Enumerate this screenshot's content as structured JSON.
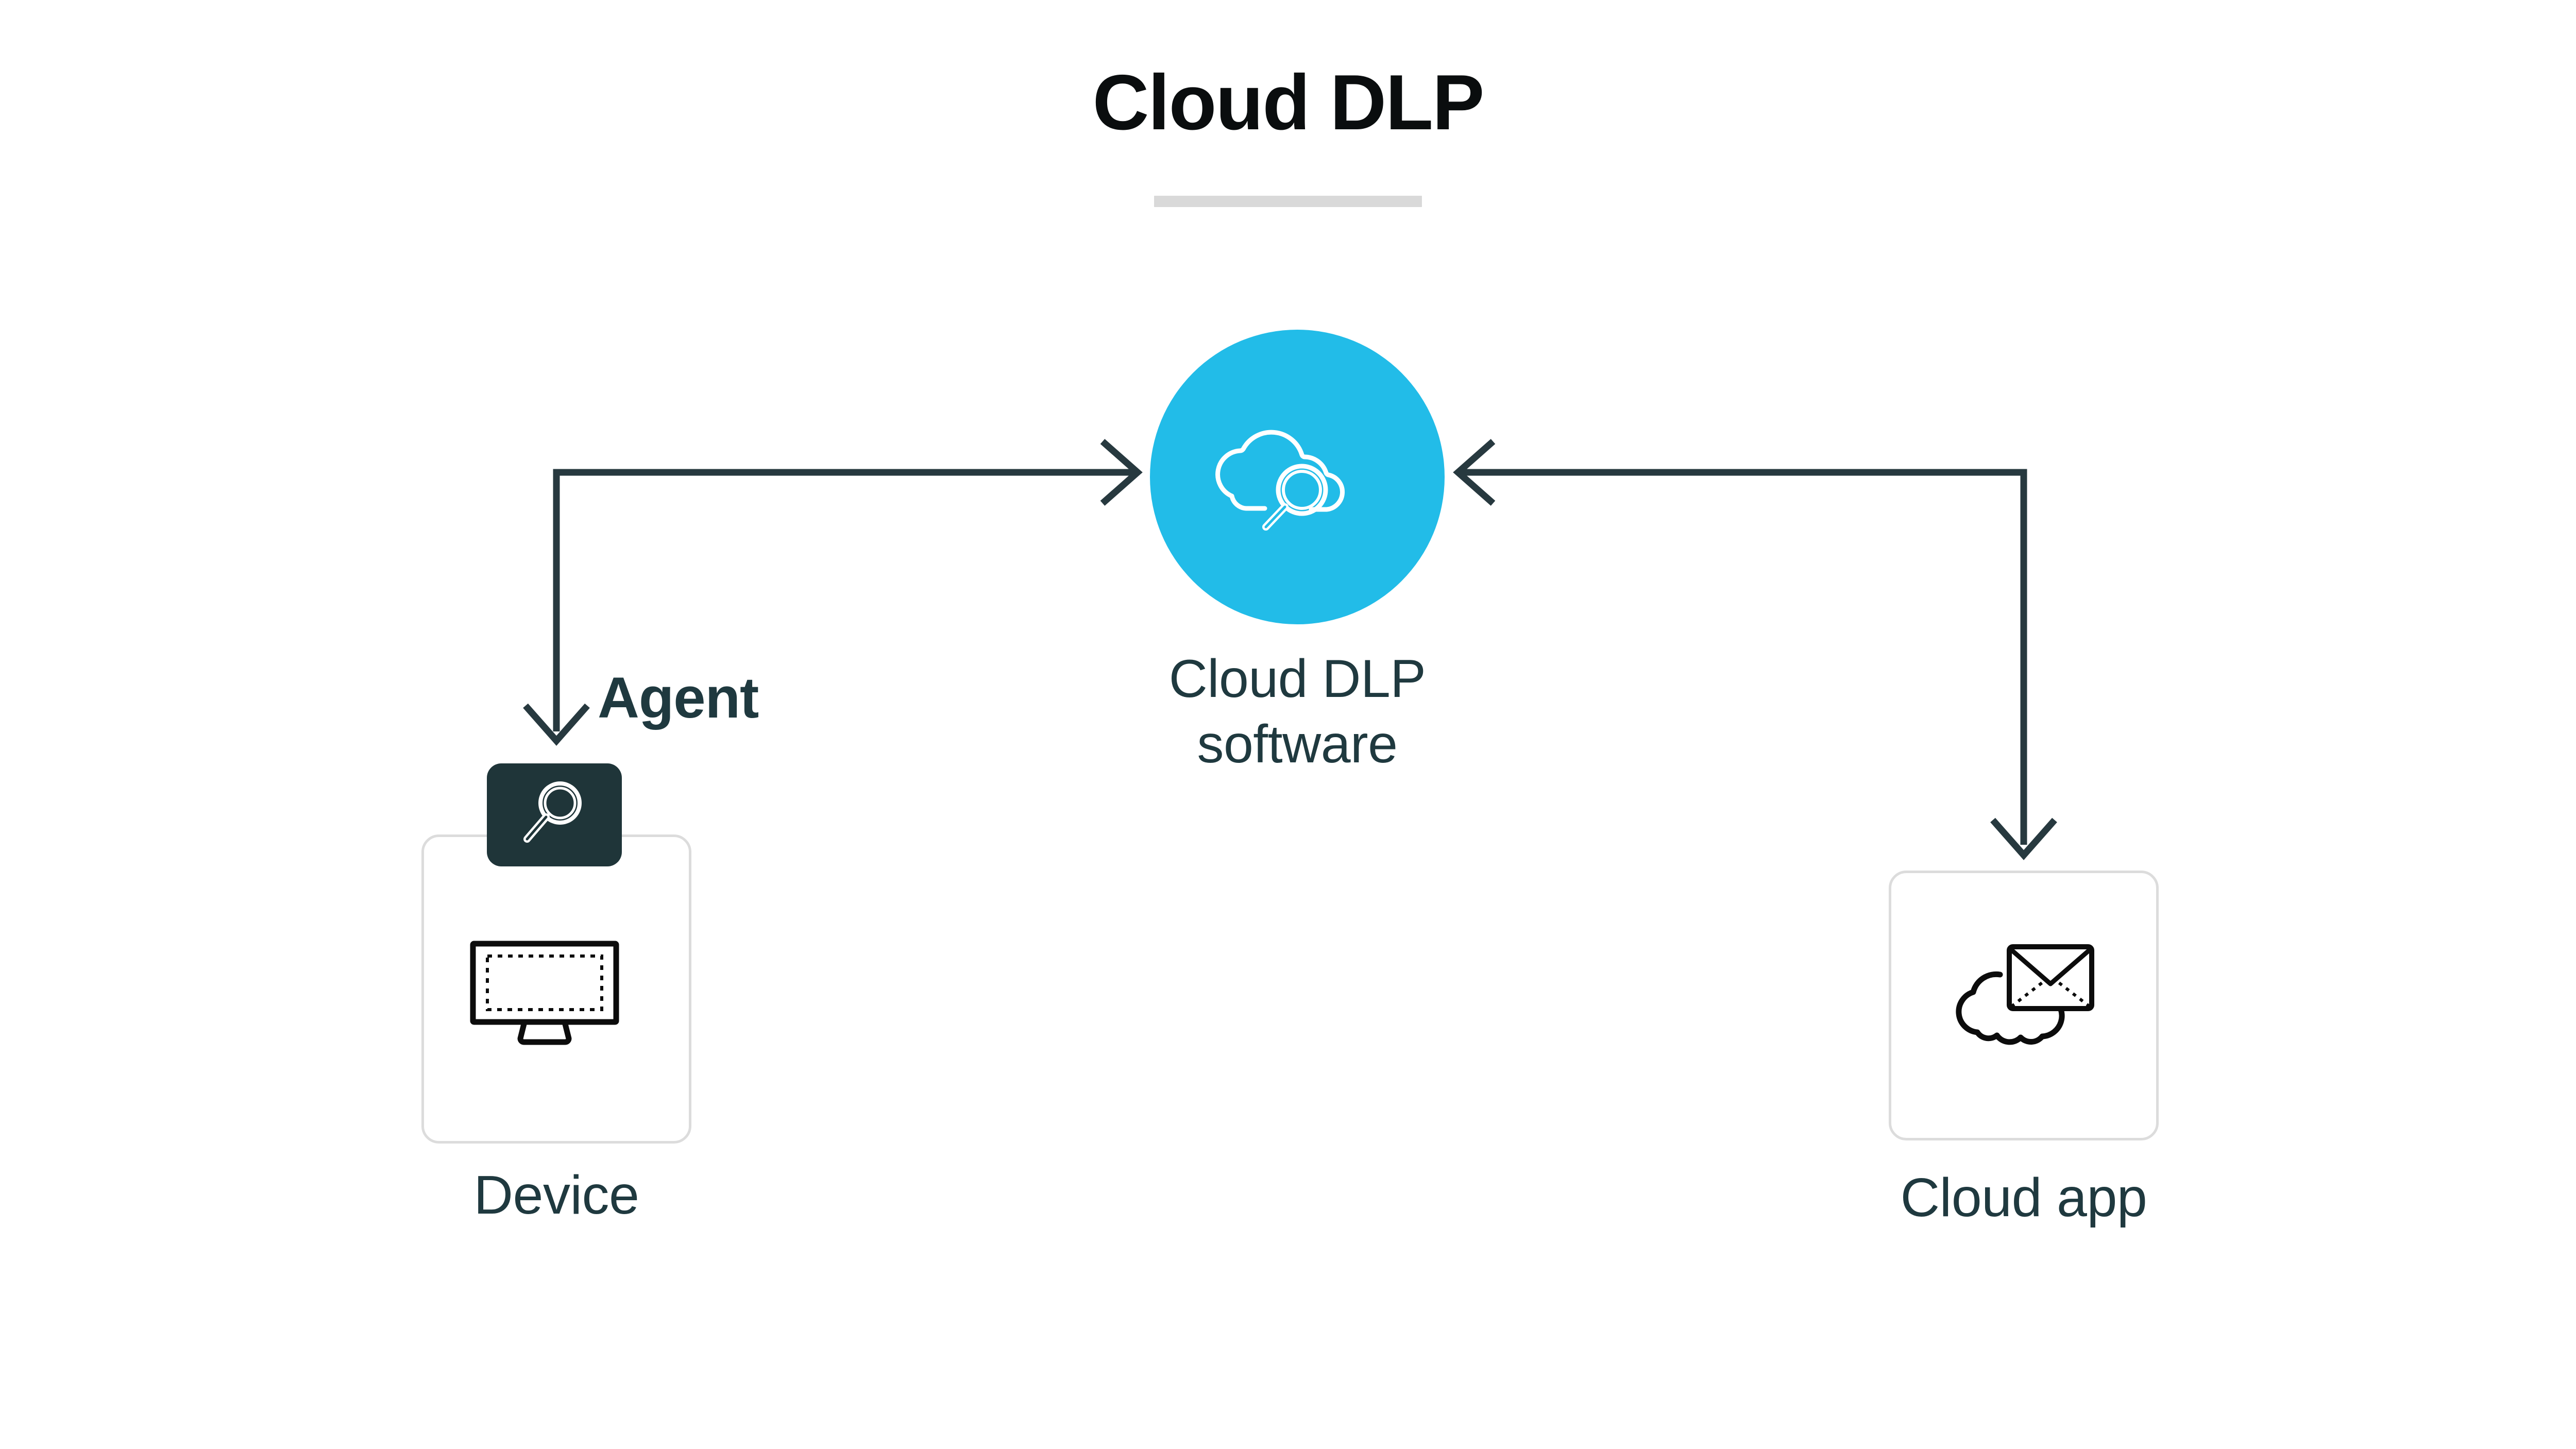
{
  "title": {
    "text": "Cloud DLP",
    "divider_color": "#d9d9d9"
  },
  "nodes": {
    "center": {
      "label_line1": "Cloud DLP",
      "label_line2": "software",
      "icon": "cloud-magnifier-icon",
      "circle_color": "#22bce8",
      "icon_color": "#ffffff"
    },
    "left": {
      "label": "Device",
      "badge_label": "Agent",
      "badge_icon": "magnifier-icon",
      "badge_color": "#1f3539",
      "icon": "monitor-icon",
      "box_border_color": "#dcdcdc"
    },
    "right": {
      "label": "Cloud app",
      "icon": "cloud-envelope-icon",
      "box_border_color": "#dcdcdc"
    }
  },
  "connectors": {
    "color": "#27393f",
    "left": {
      "from": "center",
      "to": "left",
      "direction": "bidirectional-elbow",
      "arrow_into_center": true,
      "arrow_into_device": true
    },
    "right": {
      "from": "right",
      "to": "center",
      "direction": "bidirectional-elbow",
      "arrow_into_center": true,
      "arrow_into_cloudapp": true
    }
  },
  "colors": {
    "accent_cyan": "#22bce8",
    "dark_teal": "#1f393f",
    "badge_dark": "#1f3539",
    "title_black": "#0a0d0e",
    "box_border": "#dcdcdc",
    "background": "#ffffff"
  }
}
